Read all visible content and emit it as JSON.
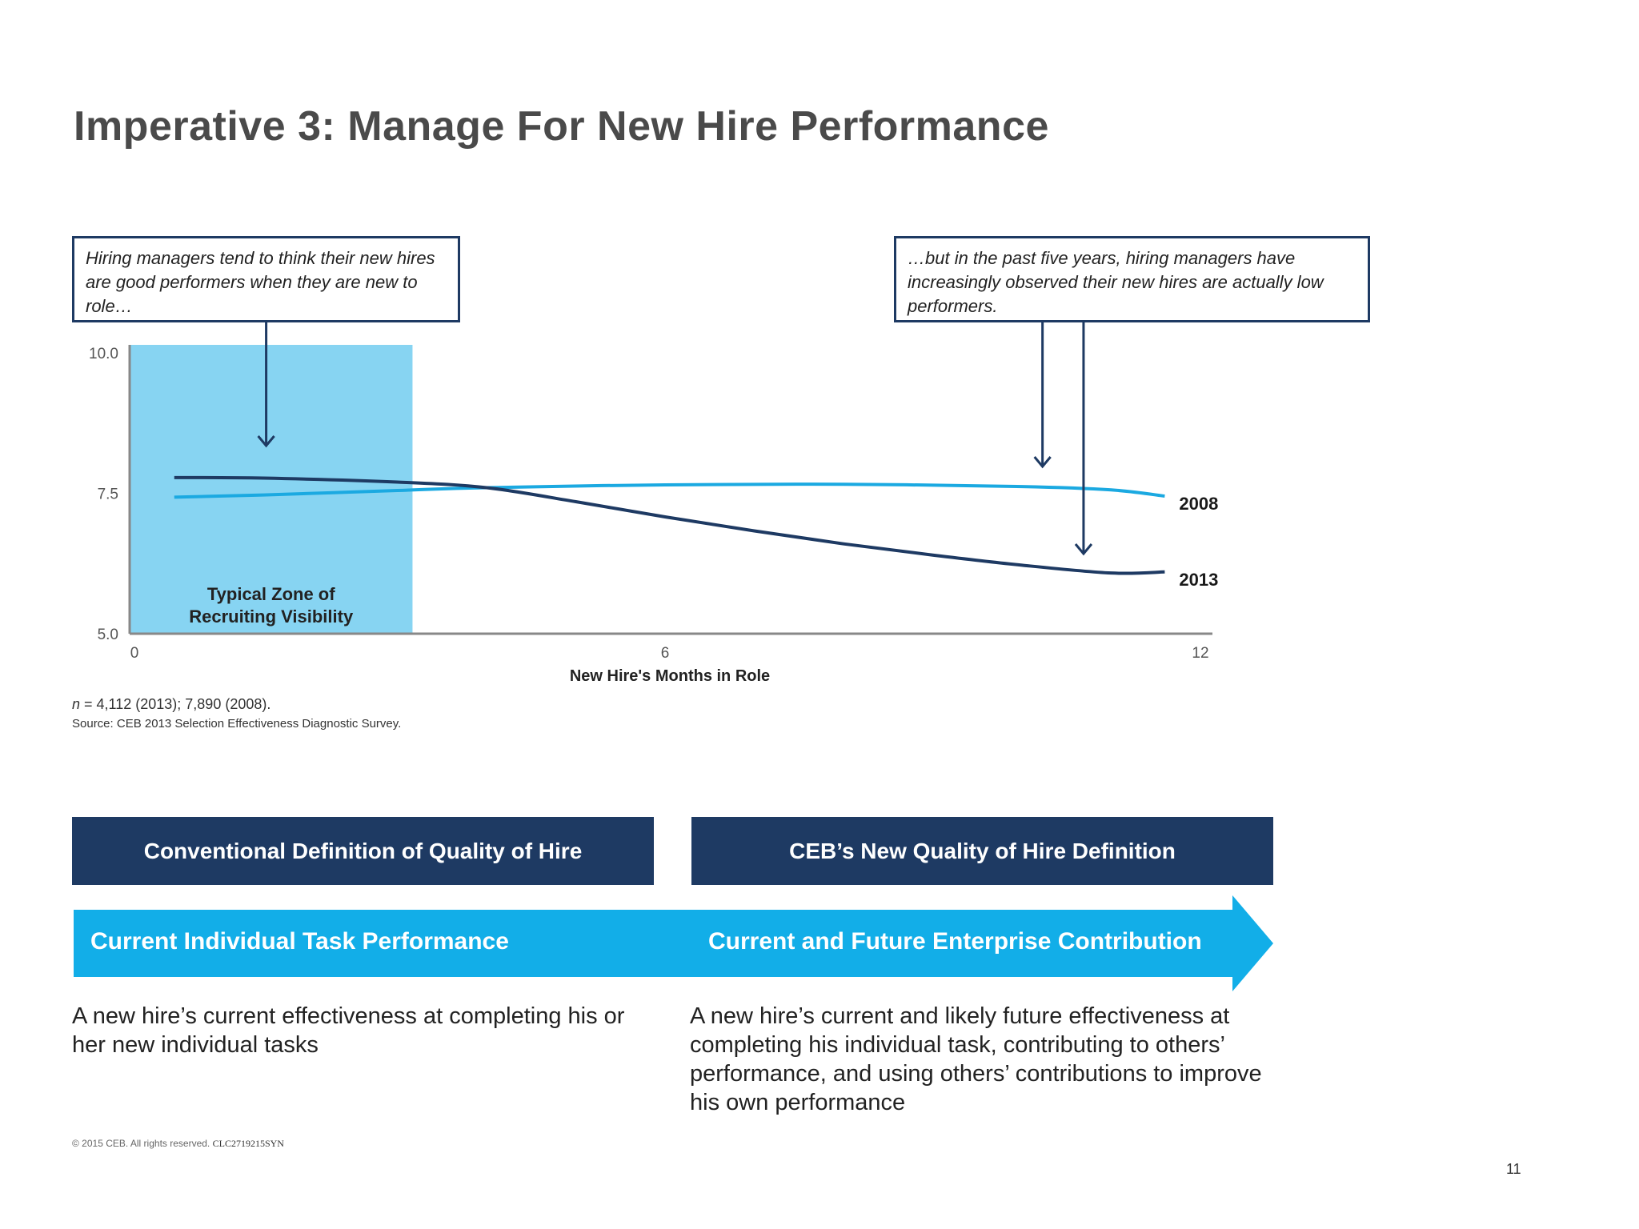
{
  "title": "Imperative 3: Manage For New Hire Performance",
  "callouts": {
    "left": "Hiring managers tend to think their new hires are good performers when they are new to role…",
    "right": "…but in the past five years, hiring managers have increasingly observed their new hires are actually low performers."
  },
  "chart_data": {
    "type": "line",
    "xlabel": "New Hire's Months in Role",
    "ylabel": "",
    "xlim": [
      0,
      12
    ],
    "ylim": [
      5.0,
      10.0
    ],
    "xticks": [
      "0",
      "6",
      "12"
    ],
    "yticks": [
      "5.0",
      "7.5",
      "10.0"
    ],
    "shaded_region": {
      "x": [
        0,
        3.17
      ],
      "label": [
        "Typical Zone of",
        "Recruiting Visibility"
      ],
      "color": "#87d4f2"
    },
    "series": [
      {
        "name": "2008",
        "color": "#1ba9e1",
        "x": [
          0.5,
          1.5,
          3,
          4,
          6,
          8,
          10,
          11,
          11.6
        ],
        "y": [
          7.43,
          7.47,
          7.55,
          7.6,
          7.65,
          7.66,
          7.62,
          7.56,
          7.45
        ]
      },
      {
        "name": "2013",
        "color": "#1e3a63",
        "x": [
          0.5,
          1.5,
          3,
          4,
          5,
          6,
          7,
          8,
          9,
          10,
          11,
          11.6
        ],
        "y": [
          7.78,
          7.77,
          7.7,
          7.6,
          7.35,
          7.08,
          6.83,
          6.6,
          6.4,
          6.22,
          6.08,
          6.1
        ]
      }
    ],
    "arrows_x": [
      1.53,
      10.23,
      10.69
    ]
  },
  "notes": {
    "n": "n = 4,112 (2013); 7,890 (2008).",
    "source": "Source: CEB 2013 Selection Effectiveness Diagnostic Survey."
  },
  "definitions": {
    "left_header": "Conventional Definition of Quality of Hire",
    "right_header": "CEB’s New Quality of Hire Definition",
    "left_band": "Current Individual Task Performance",
    "right_band": "Current and Future Enterprise Contribution",
    "left_desc": "A new hire’s current effectiveness at completing his or her new individual tasks",
    "right_desc": "A new hire’s current and likely future effectiveness at completing his individual task, contributing to others’ performance, and using others’ contributions to improve his own performance",
    "header_color": "#1e3a63",
    "band_color": "#12aee8"
  },
  "footer": {
    "copyright": "© 2015 CEB. All rights reserved.",
    "code": "CLC2719215SYN",
    "page": "11"
  }
}
